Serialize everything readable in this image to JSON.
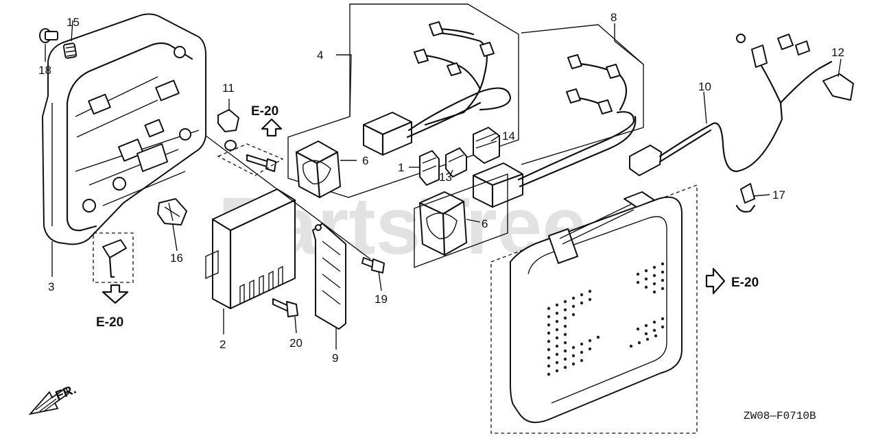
{
  "watermark": "PartsTree",
  "diagram_code": "ZW08—F0710B",
  "direction_label": "FR.",
  "callouts": {
    "c1": "1",
    "c2": "2",
    "c3": "3",
    "c4": "4",
    "c6a": "6",
    "c6b": "6",
    "c8": "8",
    "c9": "9",
    "c10": "10",
    "c11": "11",
    "c12": "12",
    "c13": "13",
    "c14": "14",
    "c15": "15",
    "c16": "16",
    "c17": "17",
    "c18": "18",
    "c19": "19",
    "c20": "20"
  },
  "references": {
    "ref_a": "E-20",
    "ref_b": "E-20",
    "ref_c": "E-20"
  }
}
